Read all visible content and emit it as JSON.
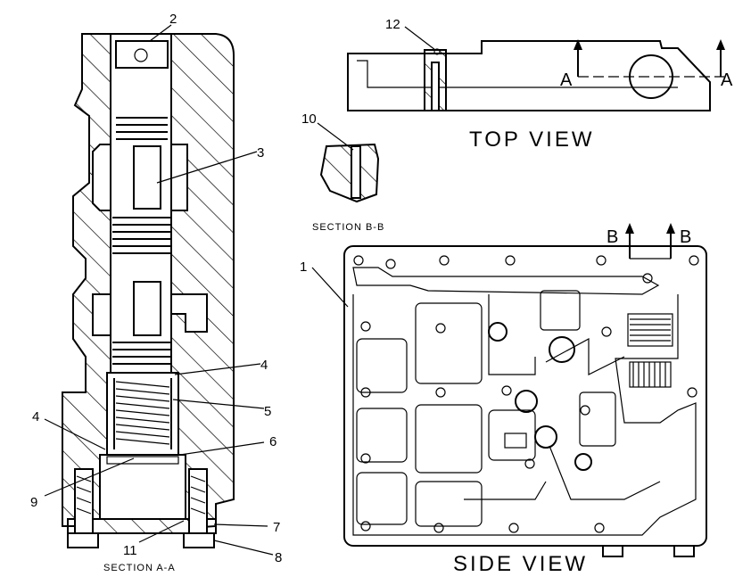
{
  "callouts": {
    "c1": "1",
    "c2": "2",
    "c3": "3",
    "c4a": "4",
    "c4b": "4",
    "c5": "5",
    "c6": "6",
    "c7": "7",
    "c8": "8",
    "c9": "9",
    "c10": "10",
    "c11": "11",
    "c12": "12"
  },
  "captions": {
    "section_aa": "SECTION A-A",
    "top_view": "TOP VIEW",
    "section_bb": "SECTION B-B",
    "side_view": "SIDE VIEW"
  },
  "section_marks": {
    "a_left": "A",
    "a_right": "A",
    "b_left": "B",
    "b_right": "B"
  }
}
